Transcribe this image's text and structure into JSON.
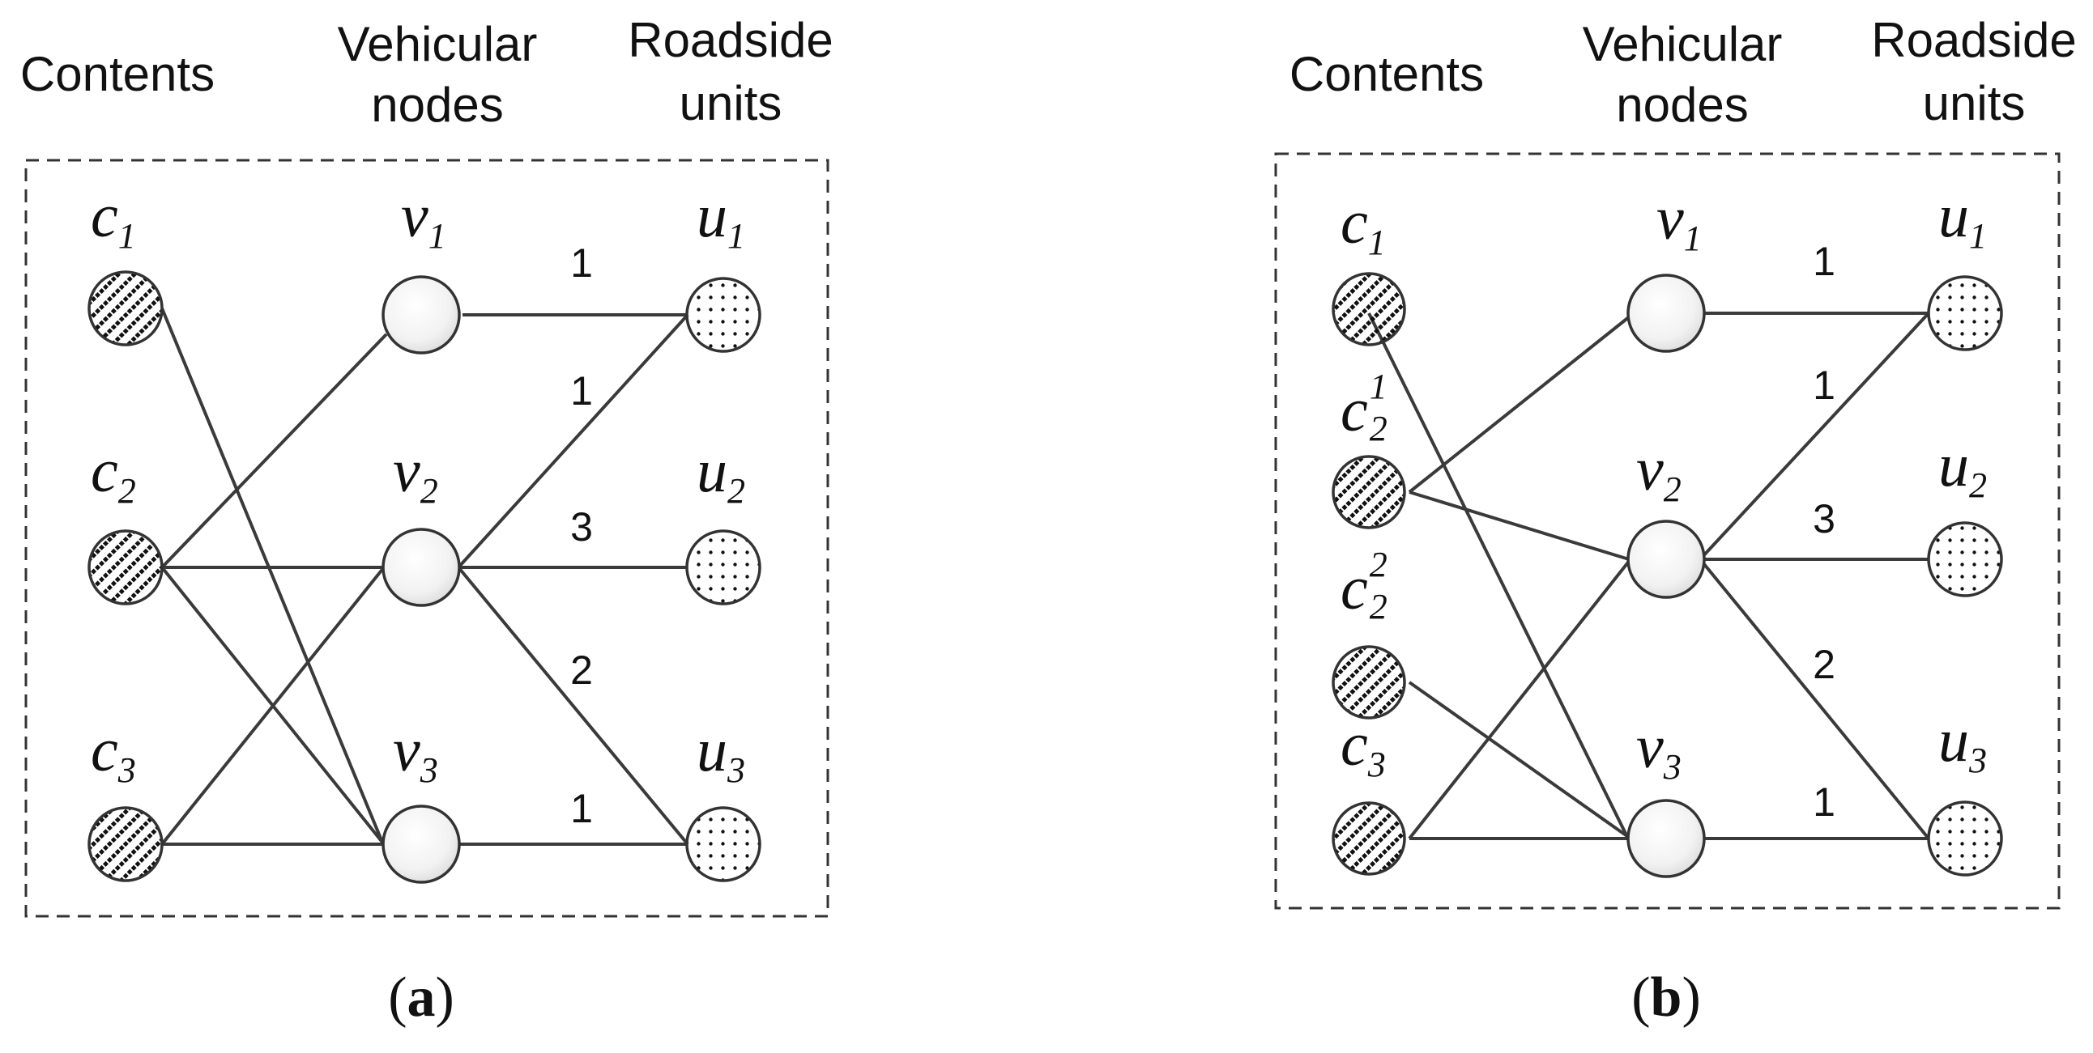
{
  "panels": [
    {
      "id": "a",
      "caption": {
        "open": "(",
        "letter": "a",
        "close": ")"
      },
      "headers": {
        "contents": "Contents",
        "vehicular": [
          "Vehicular",
          "nodes"
        ],
        "roadside": [
          "Roadside",
          "units"
        ]
      },
      "contents": [
        {
          "id": "c1",
          "base": "c",
          "sub": "1",
          "sup": ""
        },
        {
          "id": "c2",
          "base": "c",
          "sub": "2",
          "sup": ""
        },
        {
          "id": "c3",
          "base": "c",
          "sub": "3",
          "sup": ""
        }
      ],
      "vehicles": [
        {
          "id": "v1",
          "base": "v",
          "sub": "1"
        },
        {
          "id": "v2",
          "base": "v",
          "sub": "2"
        },
        {
          "id": "v3",
          "base": "v",
          "sub": "3"
        }
      ],
      "units": [
        {
          "id": "u1",
          "base": "u",
          "sub": "1"
        },
        {
          "id": "u2",
          "base": "u",
          "sub": "2"
        },
        {
          "id": "u3",
          "base": "u",
          "sub": "3"
        }
      ],
      "content_edges": [
        [
          "c1",
          "v3"
        ],
        [
          "c2",
          "v1"
        ],
        [
          "c2",
          "v2"
        ],
        [
          "c2",
          "v3"
        ],
        [
          "c3",
          "v2"
        ],
        [
          "c3",
          "v3"
        ]
      ],
      "unit_edges": [
        {
          "from": "v1",
          "to": "u1",
          "weight": "1"
        },
        {
          "from": "v2",
          "to": "u1",
          "weight": "1"
        },
        {
          "from": "v2",
          "to": "u2",
          "weight": "3"
        },
        {
          "from": "v2",
          "to": "u3",
          "weight": "2"
        },
        {
          "from": "v3",
          "to": "u3",
          "weight": "1"
        }
      ]
    },
    {
      "id": "b",
      "caption": {
        "open": "(",
        "letter": "b",
        "close": ")"
      },
      "headers": {
        "contents": "Contents",
        "vehicular": [
          "Vehicular",
          "nodes"
        ],
        "roadside": [
          "Roadside",
          "units"
        ]
      },
      "contents": [
        {
          "id": "c1",
          "base": "c",
          "sub": "1",
          "sup": ""
        },
        {
          "id": "c2_1",
          "base": "c",
          "sub": "2",
          "sup": "1"
        },
        {
          "id": "c2_2",
          "base": "c",
          "sub": "2",
          "sup": "2"
        },
        {
          "id": "c3",
          "base": "c",
          "sub": "3",
          "sup": ""
        }
      ],
      "vehicles": [
        {
          "id": "v1",
          "base": "v",
          "sub": "1"
        },
        {
          "id": "v2",
          "base": "v",
          "sub": "2"
        },
        {
          "id": "v3",
          "base": "v",
          "sub": "3"
        }
      ],
      "units": [
        {
          "id": "u1",
          "base": "u",
          "sub": "1"
        },
        {
          "id": "u2",
          "base": "u",
          "sub": "2"
        },
        {
          "id": "u3",
          "base": "u",
          "sub": "3"
        }
      ],
      "content_edges": [
        [
          "c1",
          "v3"
        ],
        [
          "c2_1",
          "v1"
        ],
        [
          "c2_1",
          "v2"
        ],
        [
          "c2_2",
          "v3"
        ],
        [
          "c3",
          "v2"
        ],
        [
          "c3",
          "v3"
        ]
      ],
      "unit_edges": [
        {
          "from": "v1",
          "to": "u1",
          "weight": "1"
        },
        {
          "from": "v2",
          "to": "u1",
          "weight": "1"
        },
        {
          "from": "v2",
          "to": "u2",
          "weight": "3"
        },
        {
          "from": "v2",
          "to": "u3",
          "weight": "2"
        },
        {
          "from": "v3",
          "to": "u3",
          "weight": "1"
        }
      ]
    }
  ]
}
